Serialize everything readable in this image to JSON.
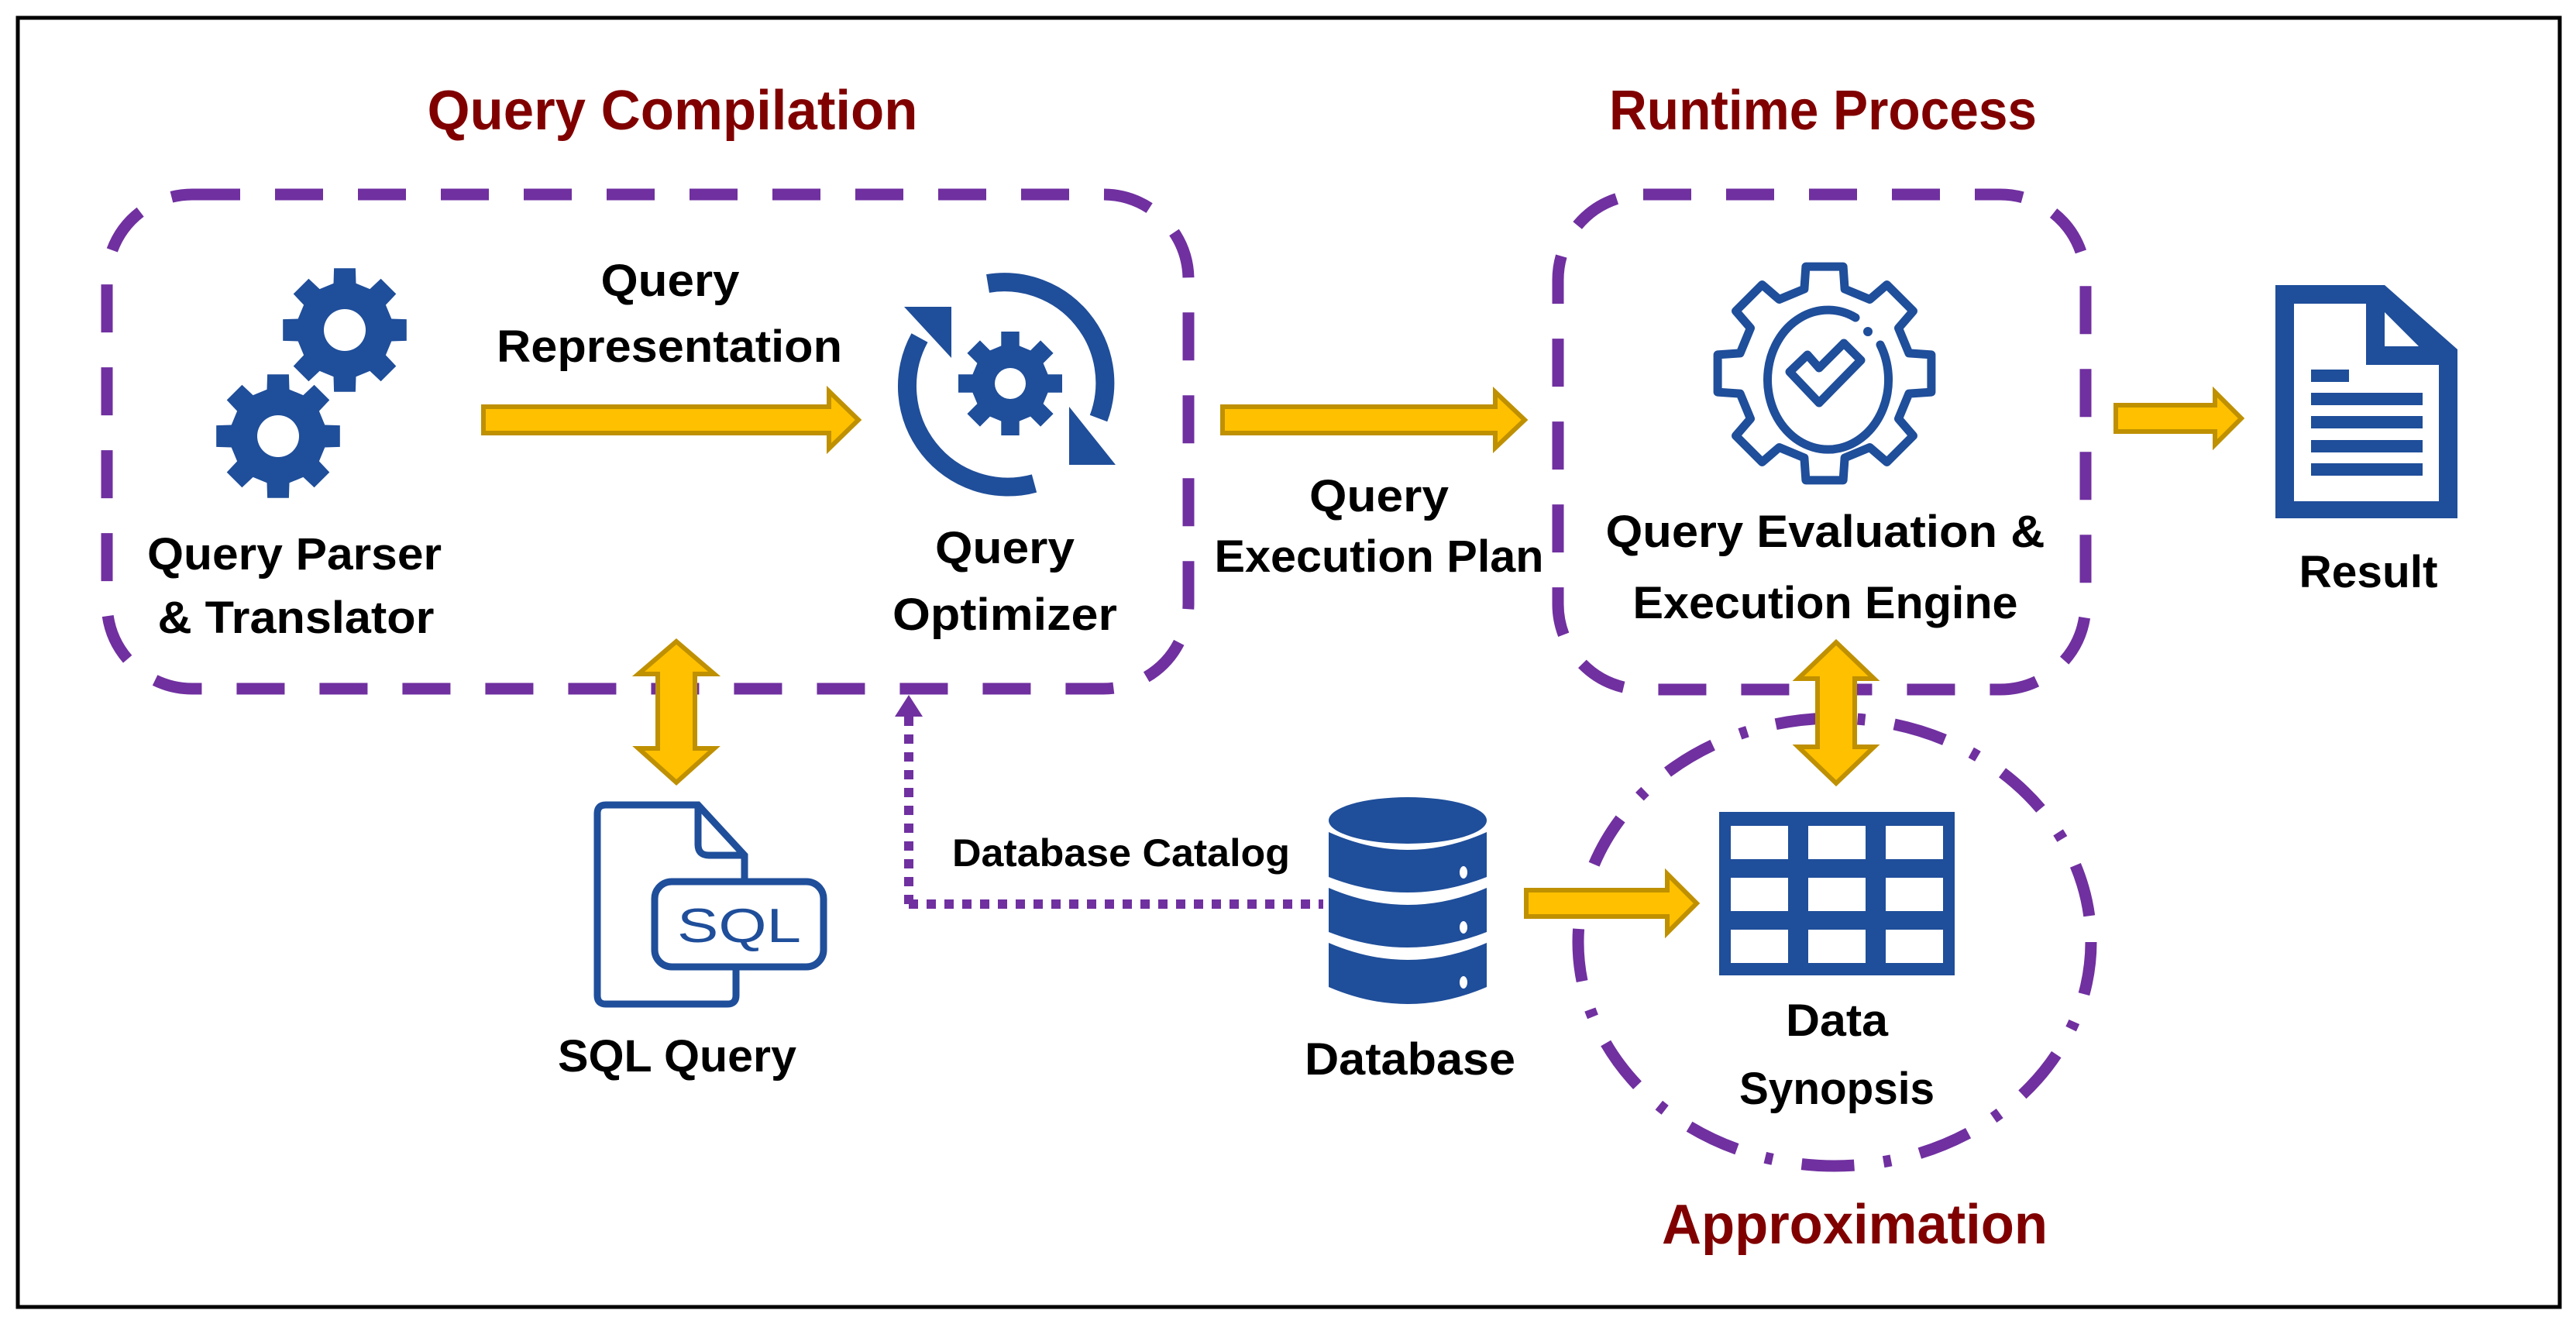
{
  "colors": {
    "section_title": "#800000",
    "boundary": "#7030A0",
    "icon": "#1F4E9A",
    "arrow_fill": "#FFC000",
    "arrow_stroke": "#BF9000",
    "text": "#000000",
    "frame": "#000000"
  },
  "sections": {
    "compilation": {
      "title": "Query Compilation"
    },
    "runtime": {
      "title": "Runtime Process"
    },
    "approximation": {
      "title": "Approximation"
    }
  },
  "nodes": {
    "parser": {
      "icon": "gears-icon",
      "label_line1": "Query Parser",
      "label_line2": "& Translator"
    },
    "optimizer": {
      "icon": "gear-refresh-icon",
      "label_line1": "Query",
      "label_line2": "Optimizer"
    },
    "engine": {
      "icon": "gear-check-icon",
      "label_line1": "Query Evaluation &",
      "label_line2": "Execution Engine"
    },
    "result": {
      "icon": "document-icon",
      "label": "Result"
    },
    "sql_query": {
      "icon": "sql-file-icon",
      "icon_text": "SQL",
      "label": "SQL Query"
    },
    "database": {
      "icon": "database-icon",
      "label": "Database"
    },
    "synopsis": {
      "icon": "table-icon",
      "label_line1": "Data",
      "label_line2": "Synopsis"
    }
  },
  "edges": {
    "representation": {
      "label_line1": "Query",
      "label_line2": "Representation",
      "style": "solid-arrow"
    },
    "execution_plan": {
      "label_line1": "Query",
      "label_line2": "Execution Plan",
      "style": "solid-arrow"
    },
    "to_result": {
      "style": "solid-arrow"
    },
    "catalog": {
      "label": "Database Catalog",
      "style": "dotted-arrow"
    },
    "db_to_synopsis": {
      "style": "solid-arrow"
    },
    "sql_to_compilation": {
      "style": "double-arrow"
    },
    "synopsis_to_engine": {
      "style": "double-arrow"
    }
  }
}
